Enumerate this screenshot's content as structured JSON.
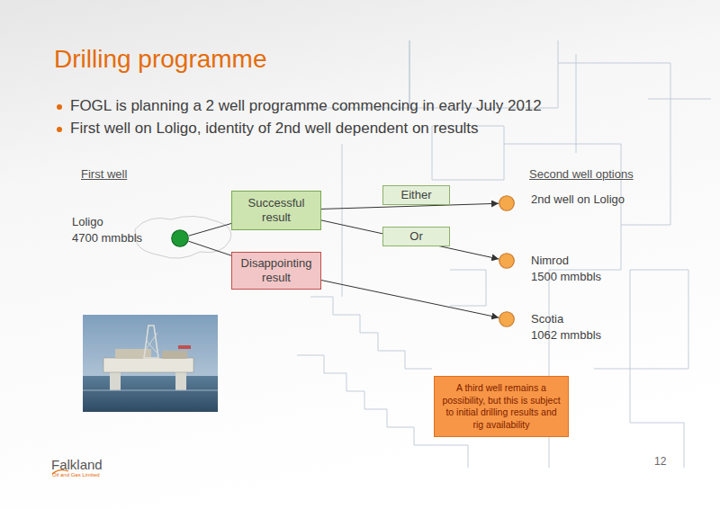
{
  "diagram": {
    "title": "Drilling programme",
    "nodes": [
      {
        "text": [
          "Loligo 4700 mmbbls"
        ]
      },
      {
        "text": [
          "Successful result"
        ]
      },
      {
        "text": [
          "Disappointing result"
        ]
      },
      {
        "text": [
          "Either"
        ]
      },
      {
        "text": [
          "Or"
        ]
      },
      {
        "text": [
          "2nd well on Loligo"
        ]
      },
      {
        "text": [
          "Nimrod 1500 mmbbls"
        ]
      },
      {
        "text": [
          "Scotia 1062 mmbbls"
        ]
      },
      {
        "text": [
          "A third well remains a possibility, but this is subject to initial drilling results and rig availability"
        ]
      }
    ],
    "edges": [
      {
        "from": 0,
        "to": 1,
        "arrow": "none"
      },
      {
        "from": 0,
        "to": 2,
        "arrow": "none"
      },
      {
        "from": 1,
        "to": 5,
        "arrow": "to"
      },
      {
        "from": 1,
        "to": 6,
        "arrow": "to"
      },
      {
        "from": 2,
        "to": 7,
        "arrow": "to"
      }
    ],
    "labels": [
      "FOGL is planning a 2 well programme commencing in early July 2012",
      "First well on Loligo, identity of 2nd well dependent on results",
      "First well",
      "Second well options",
      "Falkland",
      "Oil and Gas Limited",
      "12"
    ]
  }
}
